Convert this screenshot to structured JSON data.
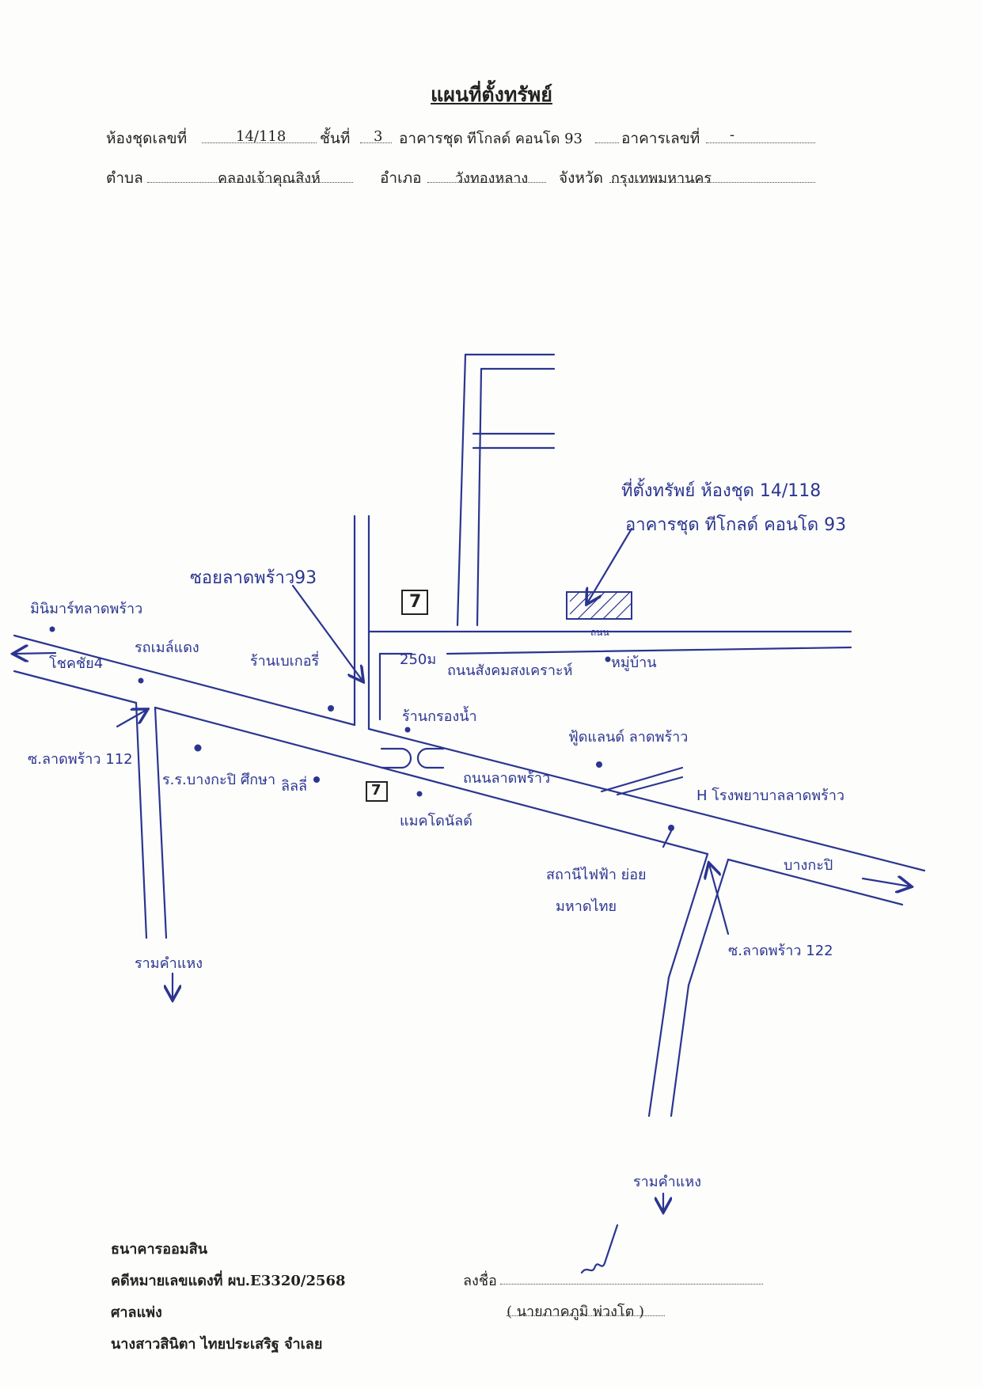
{
  "title": "แผนที่ตั้งทรัพย์",
  "header": {
    "line1": {
      "room_no_label": "ห้องชุดเลขที่",
      "room_no": "14/118",
      "floor_label": "ชั้นที่",
      "floor": "3",
      "condo_label": "อาคารชุด",
      "condo_name": "ทีโกลด์ คอนโด 93",
      "building_label": "อาคารเลขที่",
      "building_no": "-"
    },
    "line2": {
      "subdistrict_label": "ตำบล",
      "subdistrict": "คลองเจ้าคุณสิงห์",
      "district_label": "อำเภอ",
      "district": "วังทองหลาง",
      "province_label": "จังหวัด",
      "province": "กรุงเทพมหานคร"
    }
  },
  "map": {
    "ink_color": "#2b3591",
    "labels": {
      "property_line1": "ที่ตั้งทรัพย์ ห้องชุด 14/118",
      "property_line2": "อาคารชุด ทีโกลด์ คอนโด 93",
      "soi93": "ซอยลาดพร้าว93",
      "minimart": "มินิมาร์ทลาดพร้าว",
      "red_bus": "รถเมล์แดง",
      "chokchai": "โชคชัย4",
      "soi_112": "ซ.ลาดพร้าว 112",
      "school": "ร.ร.บางกะปิ ศึกษา",
      "store": "ร้านเบเกอรี่",
      "bill": "ลิลลี่",
      "distance": "250ม",
      "road_sino": "ถนนสังคมสงเคราะห์",
      "village": "หมู่บ้าน",
      "water_shop": "ร้านกรองน้ำ",
      "food_land": "ฟู้ดแลนด์ ลาดพร้าว",
      "main_road": "ถนนลาดพร้าว",
      "hospital": "H โรงพยาบาลลาดพร้าว",
      "seven_name": "แมคโดนัลด์",
      "electric": "สถานีไฟฟ้า ย่อย",
      "metro": "มหาดไทย",
      "bangkapi": "บางกะปิ",
      "soi_122": "ซ.ลาดพร้าว 122",
      "ramkhamhaeng_left": "รามคำแหง",
      "ramkhamhaeng_right": "รามคำแหง",
      "road_label": "ถนน",
      "seven_mark": "7"
    }
  },
  "footer": {
    "bank": "ธนาคารออมสิน",
    "case_no": "คดีหมายเลขแดงที่ ผบ.E3320/2568",
    "court": "ศาลแพ่ง",
    "debtor": "นางสาวสินิตา ไทยประเสริฐ จำเลย",
    "sign_label": "ลงชื่อ",
    "signer": "( นายภาคภูมิ พ่วงโต )"
  }
}
